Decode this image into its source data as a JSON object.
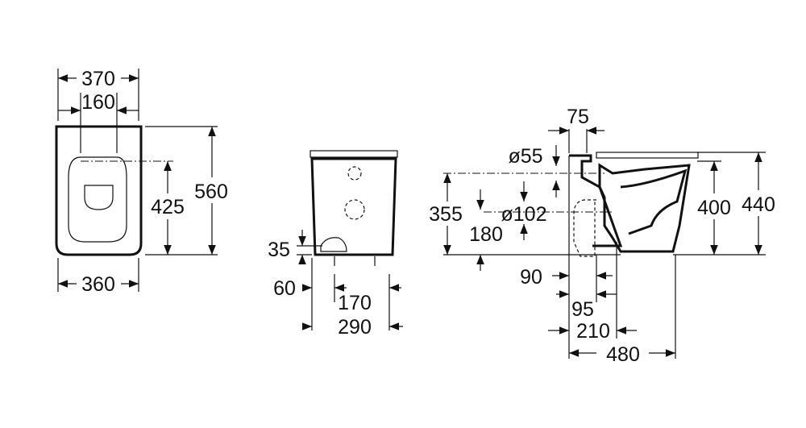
{
  "views": {
    "top": {
      "width_total": "370",
      "seat_fix": "160",
      "depth": "560",
      "seat_depth": "425",
      "width_bottom": "360"
    },
    "front": {
      "height_35": "35",
      "offset_60": "60",
      "fix_170": "170",
      "width_290": "290"
    },
    "side": {
      "dim_75": "75",
      "inlet": "ø55",
      "height_355": "355",
      "outlet": "ø102",
      "height_180": "180",
      "height_400": "400",
      "height_440": "440",
      "dim_90": "90",
      "dim_95": "95",
      "dim_210": "210",
      "length_480": "480"
    }
  }
}
